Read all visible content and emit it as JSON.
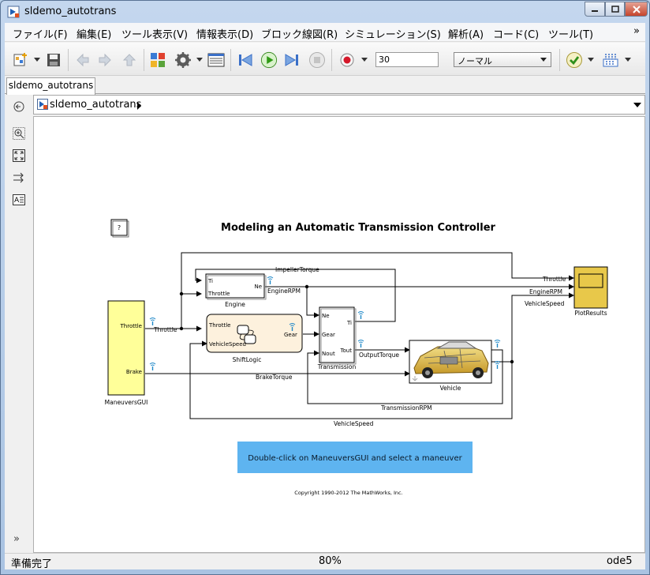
{
  "window": {
    "title": "sldemo_autotrans"
  },
  "menu": [
    {
      "label": "ファイル(F)"
    },
    {
      "label": "編集(E)"
    },
    {
      "label": "ツール表示(V)"
    },
    {
      "label": "情報表示(D)"
    },
    {
      "label": "ブロック線図(R)"
    },
    {
      "label": "シミュレーション(S)"
    },
    {
      "label": "解析(A)"
    },
    {
      "label": "コード(C)"
    },
    {
      "label": "ツール(T)"
    }
  ],
  "menu_more": "»",
  "toolbar": {
    "stop_time": "30",
    "sim_mode": "ノーマル"
  },
  "tab": {
    "label": "sldemo_autotrans"
  },
  "address": {
    "path": "sldemo_autotrans"
  },
  "sidebar": {
    "expand": "»"
  },
  "diagram": {
    "title": "Modeling an Automatic Transmission Controller",
    "help_button": "?",
    "blocks": {
      "maneuvers": {
        "name": "ManeuversGUI",
        "ports": [
          "Throttle",
          "Brake"
        ]
      },
      "engine": {
        "name": "Engine",
        "in_ports": [
          "Ti",
          "Throttle"
        ],
        "out_port": "Ne"
      },
      "shiftlogic": {
        "name": "ShiftLogic",
        "in_ports": [
          "Throttle",
          "VehicleSpeed"
        ],
        "out_port": "Gear"
      },
      "transmission": {
        "name": "Transmission",
        "in_ports": [
          "Ne",
          "Gear",
          "Nout"
        ],
        "out_ports": [
          "Ti",
          "Tout"
        ]
      },
      "vehicle": {
        "name": "Vehicle"
      },
      "plot": {
        "name": "PlotResults"
      }
    },
    "signals": {
      "throttle": "Throttle",
      "impeller_torque": "ImpellerTorque",
      "engine_rpm": "EngineRPM",
      "output_torque": "OutputTorque",
      "brake_torque": "BrakeTorque",
      "transmission_rpm": "TransmissionRPM",
      "vehicle_speed": "VehicleSpeed",
      "plot_throttle": "Throttle",
      "plot_engine_rpm": "EngineRPM",
      "plot_vehicle_speed": "VehicleSpeed"
    },
    "instruction": "Double-click on ManeuversGUI and select a maneuver",
    "copyright": "Copyright 1990-2012 The MathWorks, Inc."
  },
  "status": {
    "ready": "準備完了",
    "zoom": "80%",
    "solver": "ode5"
  },
  "colors": {
    "maneuvers_fill": "#ffff99",
    "plot_fill": "#e8c84a",
    "stateflow_fill": "#fdf1dd",
    "instruction_fill": "#5eb4f0"
  }
}
